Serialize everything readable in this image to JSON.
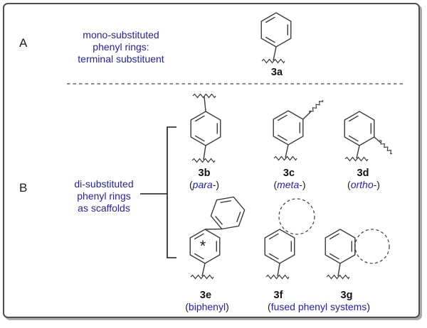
{
  "colors": {
    "accent_blue": "#2222ac",
    "structure_line": "#3a3a3a",
    "frame_border": "#4f4f4f"
  },
  "section_a": {
    "label": "A",
    "heading_lines": [
      "mono-substituted",
      "phenyl rings:",
      "terminal substituent"
    ],
    "structure_id": "3a"
  },
  "section_b": {
    "label": "B",
    "heading_lines": [
      "di-substituted",
      "phenyl rings",
      "as scaffolds"
    ],
    "asterisk": "*",
    "structures": [
      {
        "id": "3b",
        "caption_open": "(",
        "caption_word": "para",
        "caption_close": "-)"
      },
      {
        "id": "3c",
        "caption_open": "(",
        "caption_word": "meta",
        "caption_close": "-)"
      },
      {
        "id": "3d",
        "caption_open": "(",
        "caption_word": "ortho",
        "caption_close": "-)"
      },
      {
        "id": "3e",
        "caption_open": "(",
        "caption_word": "biphenyl",
        "caption_close": ")"
      },
      {
        "id": "3f"
      },
      {
        "id": "3g"
      }
    ],
    "group_caption": {
      "open": "(",
      "word": "fused phenyl systems",
      "close": ")"
    }
  }
}
